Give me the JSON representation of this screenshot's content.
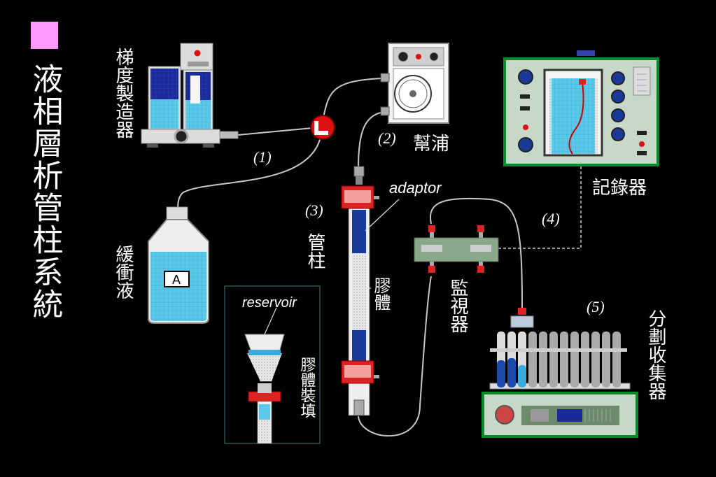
{
  "title": "液相層析管柱系統",
  "labels": {
    "gradient_maker": "梯度製造器",
    "buffer": "緩衝液",
    "buffer_bottle_mark": "A",
    "pump": "幫浦",
    "column": "管柱",
    "gel": "膠體",
    "adaptor": "adaptor",
    "reservoir": "reservoir",
    "gel_packing": "膠體裝填",
    "monitor": "監視器",
    "recorder": "記錄器",
    "fraction_collector": "分劃收集器"
  },
  "steps": [
    "(1)",
    "(2)",
    "(3)",
    "(4)",
    "(5)"
  ],
  "colors": {
    "background": "#000000",
    "title_marker": "#ff99ff",
    "liquid": "#33ccee",
    "dark_liquid": "#1a2a9a",
    "valve": "#dd1111",
    "recorder_panel": "#c8d8c8",
    "recorder_border": "#0a8a2a",
    "column_fitting": "#dd2222",
    "monitor_body": "#8aa88a"
  }
}
